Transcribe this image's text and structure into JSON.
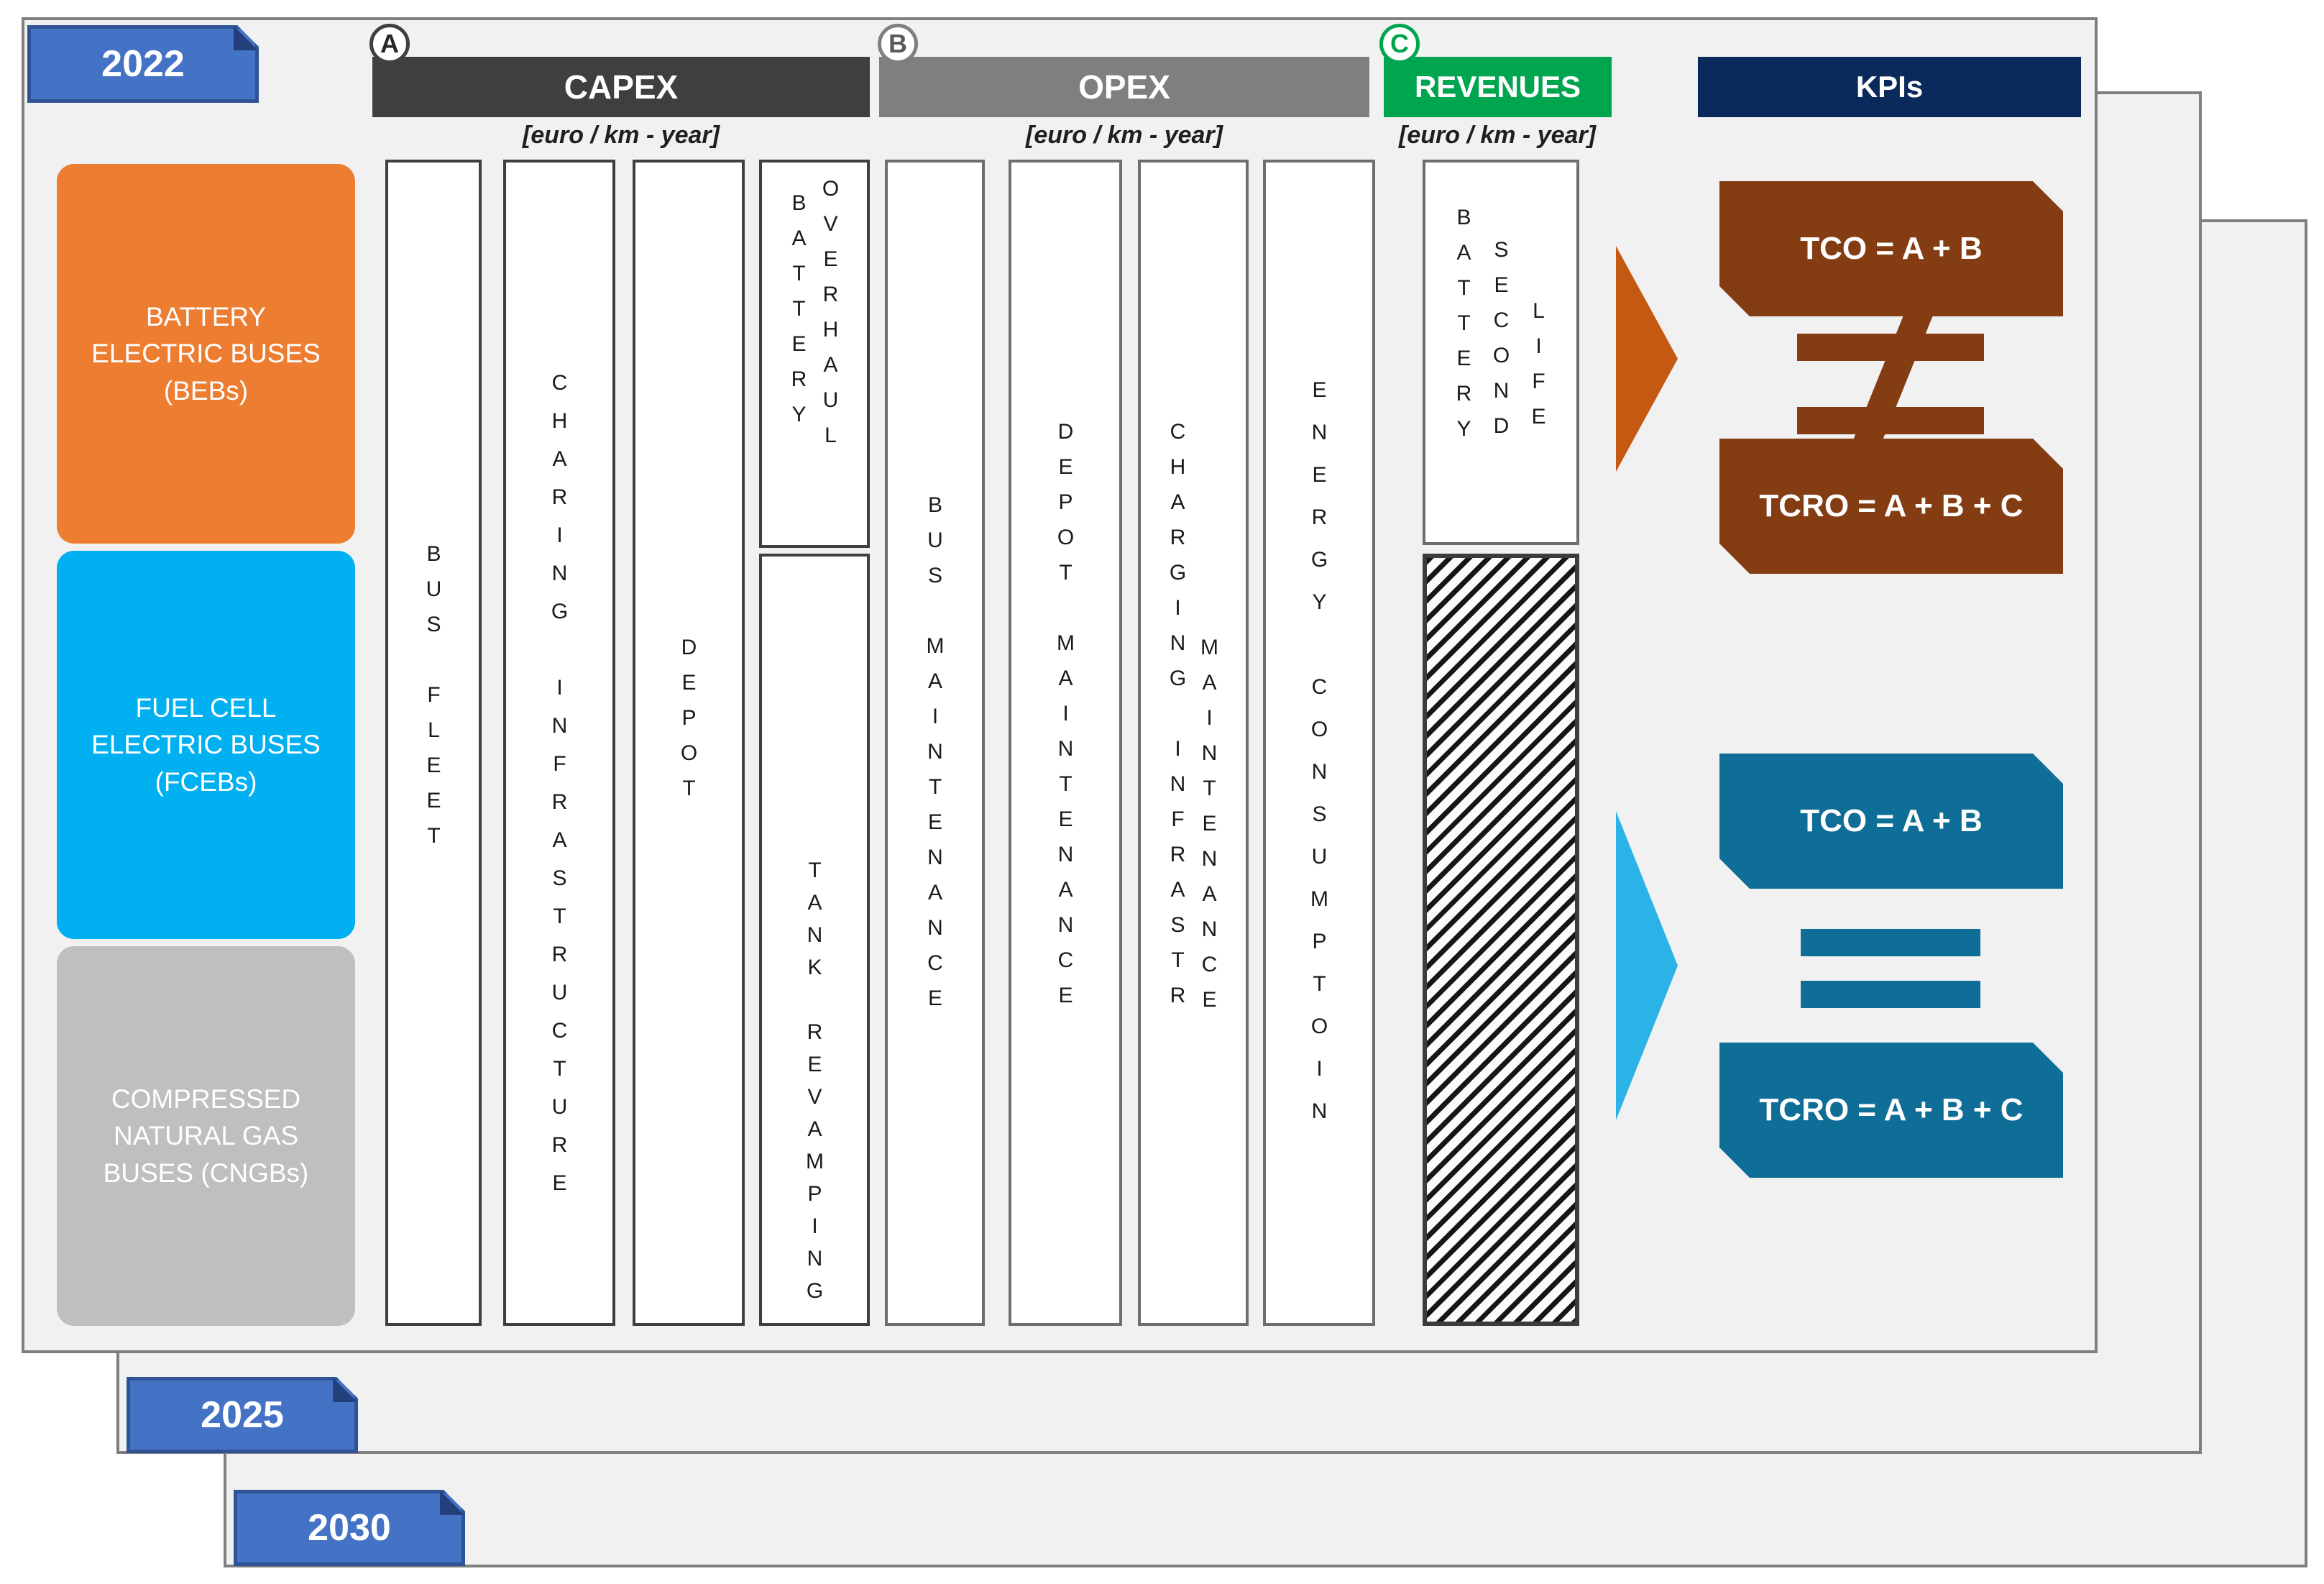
{
  "year_tabs": [
    {
      "label": "2022"
    },
    {
      "label": "2025"
    },
    {
      "label": "2030"
    }
  ],
  "headers": {
    "capex": {
      "badge": "A",
      "title": "CAPEX",
      "unit": "[euro / km - year]"
    },
    "opex": {
      "badge": "B",
      "title": "OPEX",
      "unit": "[euro / km - year]"
    },
    "revenues": {
      "badge": "C",
      "title": "REVENUES",
      "unit": "[euro / km - year]"
    },
    "kpis": {
      "title": "KPIs"
    }
  },
  "bus_types": {
    "bebs": {
      "label": "BATTERY ELECTRIC BUSES (BEBs)",
      "color": "#ED7D31"
    },
    "fcebs": {
      "label": "FUEL CELL ELECTRIC BUSES (FCEBs)",
      "color": "#00B0F0"
    },
    "cngbs": {
      "label": "COMPRESSED NATURAL GAS BUSES (CNGBs)",
      "color": "#BFBFBF"
    }
  },
  "capex_items": {
    "bus_fleet": "BUS FLEET",
    "charging_infrastructure": "CHARING INFRASTRUCTURE",
    "depot": "DEPOT",
    "battery": "BATTERY",
    "overhaul": "OVERHAUL",
    "tank_revamping": "TANK REVAMPING"
  },
  "opex_items": {
    "bus_maintenance": "BUS MAINTENANCE",
    "depot_maintenance": "DEPOT MAINTENANCE",
    "charging_infrastr": "CHARGING INFRASTR",
    "maintenance": "MAINTENANCE",
    "energy_consumption": "ENERGY CONSUMPTOIN"
  },
  "revenue_items": {
    "battery": "BATTERY",
    "second": "SECOND",
    "life": "LIFE"
  },
  "kpis": {
    "beb": {
      "tco": "TCO = A + B",
      "relation": "≠",
      "tcro": "TCRO = A + B + C",
      "box_color": "#843C12",
      "arrow_color": "#C45911"
    },
    "fceb": {
      "tco": "TCO = A + B",
      "relation": "=",
      "tcro": "TCRO = A + B + C",
      "box_color": "#0E6E97",
      "arrow_color": "#2BB3E8"
    }
  },
  "colors": {
    "frame_fill": "#F1F1F2",
    "frame_border": "#7F7F7F",
    "capex_header": "#3F3F3F",
    "opex_header": "#7F7F7F",
    "revenues_header": "#00A64F",
    "kpis_header": "#0B2A5C",
    "year_button": "#4472C4",
    "year_button_border": "#2F5496"
  }
}
